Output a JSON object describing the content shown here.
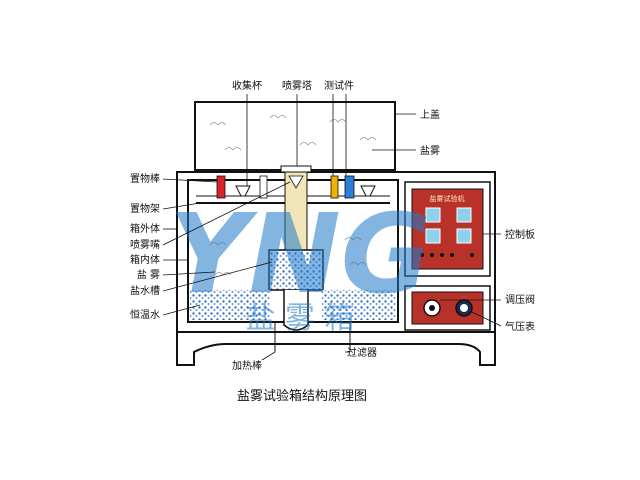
{
  "caption": "盐雾试验箱结构原理图",
  "watermark": {
    "logo_text": "YNG",
    "sub_text": "盐 雾 箱",
    "color": "#1e7ac8"
  },
  "labels": {
    "top": {
      "collector_cup": "收集杯",
      "spray_tower": "喷雾塔",
      "test_piece": "测试件"
    },
    "left": {
      "rack_rod": "置物棒",
      "rack": "置物架",
      "outer_box": "箱外体",
      "nozzle": "喷雾嘴",
      "inner_box": "箱内体",
      "salt_fog": "盐    雾",
      "salt_tank": "盐水槽",
      "thermostatic_water": "恒温水"
    },
    "right": {
      "top_cover": "上盖",
      "salt_fog": "盐雾",
      "control_panel": "控制板",
      "pressure_valve": "调压阀",
      "pressure_gauge": "气压表"
    },
    "bottom": {
      "heating_rod": "加热棒",
      "filter": "过滤器"
    }
  },
  "control_panel": {
    "header": "盐雾试验机",
    "meter_count": 4,
    "indicator_count": 5
  },
  "colors": {
    "outline": "#111111",
    "water": "#7fa8e0",
    "panel_bg": "#b8322a",
    "meter_face": "#8fd0ec",
    "test_piece_colors": [
      "#d8232a",
      "#f0b400",
      "#2c7ed6"
    ]
  }
}
